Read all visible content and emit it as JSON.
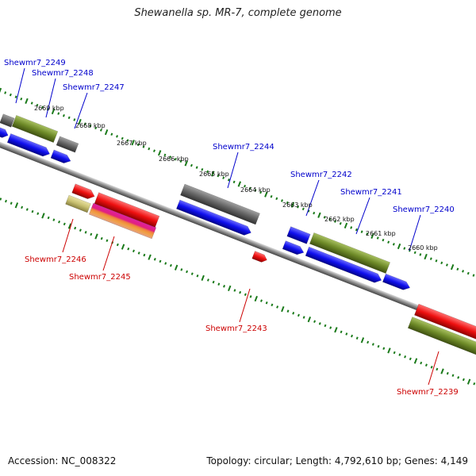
{
  "title": "Shewanella sp. MR-7, complete genome",
  "accession_text": "Accession: NC_008322",
  "summary_text": "Topology: circular; Length: 4,792,610 bp; Genes: 4,149",
  "colors": {
    "forward_label": "#0000cc",
    "reverse_label": "#cc0000",
    "tick": "#1a7a1a",
    "backbone": "#888888",
    "blue": "#1010ee",
    "red": "#ee1010",
    "olive": "#6e8a28",
    "grey": "#666666",
    "khaki": "#c8c070",
    "magenta": "#e020a0",
    "salmon": "#f0a070"
  },
  "kbp_markers": [
    "2669 kbp",
    "2668 kbp",
    "2667 kbp",
    "2666 kbp",
    "2665 kbp",
    "2664 kbp",
    "2663 kbp",
    "2662 kbp",
    "2661 kbp",
    "2660 kbp"
  ],
  "forward_labels": [
    "Shewmr7_2249",
    "Shewmr7_2248",
    "Shewmr7_2247",
    "Shewmr7_2244",
    "Shewmr7_2242",
    "Shewmr7_2241",
    "Shewmr7_2240"
  ],
  "reverse_labels": [
    "Shewmr7_2246",
    "Shewmr7_2245",
    "Shewmr7_2243",
    "Shewmr7_2239"
  ]
}
